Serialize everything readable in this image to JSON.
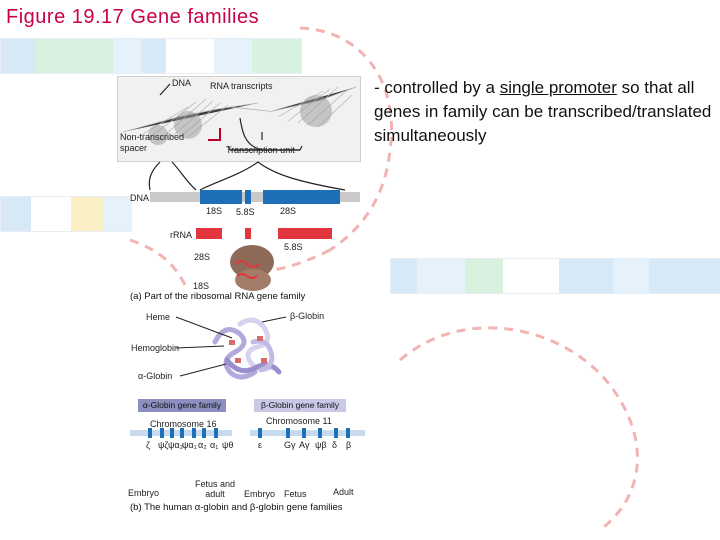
{
  "title": "Figure 19.17 Gene families",
  "side_text": {
    "prefix": "-   controlled by a ",
    "underlined": "single promoter",
    "suffix": " so that all genes in family can be transcribed/translated simultaneously"
  },
  "part_a": {
    "micro_labels": {
      "dna": "DNA",
      "rna_transcripts": "RNA transcripts",
      "spacer": "Non-transcribed spacer",
      "unit": "Transcription unit"
    },
    "dna_label": "DNA",
    "gene_labels": [
      "18S",
      "5.8S",
      "28S"
    ],
    "rrna_label": "rRNA",
    "ribosome_labels": {
      "s58": "5.8S",
      "s28": "28S",
      "s18": "18S"
    },
    "caption": "(a) Part of the ribosomal RNA gene family"
  },
  "part_b": {
    "heme": "Heme",
    "beta_globin": "β-Globin",
    "hemoglobin": "Hemoglobin",
    "alpha_globin": "α-Globin",
    "alpha_family": "α-Globin gene family",
    "beta_family": "β-Globin gene family",
    "chr16": "Chromosome 16",
    "chr11": "Chromosome 11",
    "alpha_genes": [
      "ζ",
      "ψζ",
      "ψα₂",
      "ψα₁",
      "α₂",
      "α₁",
      "ψθ"
    ],
    "beta_genes": [
      "ε",
      "Gγ",
      "Aγ",
      "ψβ",
      "δ",
      "β"
    ],
    "stages_alpha": {
      "embryo": "Embryo",
      "fetus_adult": "Fetus and adult"
    },
    "stages_beta": {
      "embryo": "Embryo",
      "fetus": "Fetus",
      "adult": "Adult"
    },
    "caption": "(b) The human α-globin and β-globin gene families"
  },
  "colors": {
    "title": "#c8004a",
    "gene_blue": "#1e6fb5",
    "rrna_red": "#e2363e",
    "alpha_box": "#8a8fbf",
    "beta_box": "#c9c8e6",
    "strip_blue": "#d7e9f7",
    "strip_green": "#d9f1df",
    "strip_yellow": "#fbefc6",
    "dash": "#f2b3b3"
  }
}
